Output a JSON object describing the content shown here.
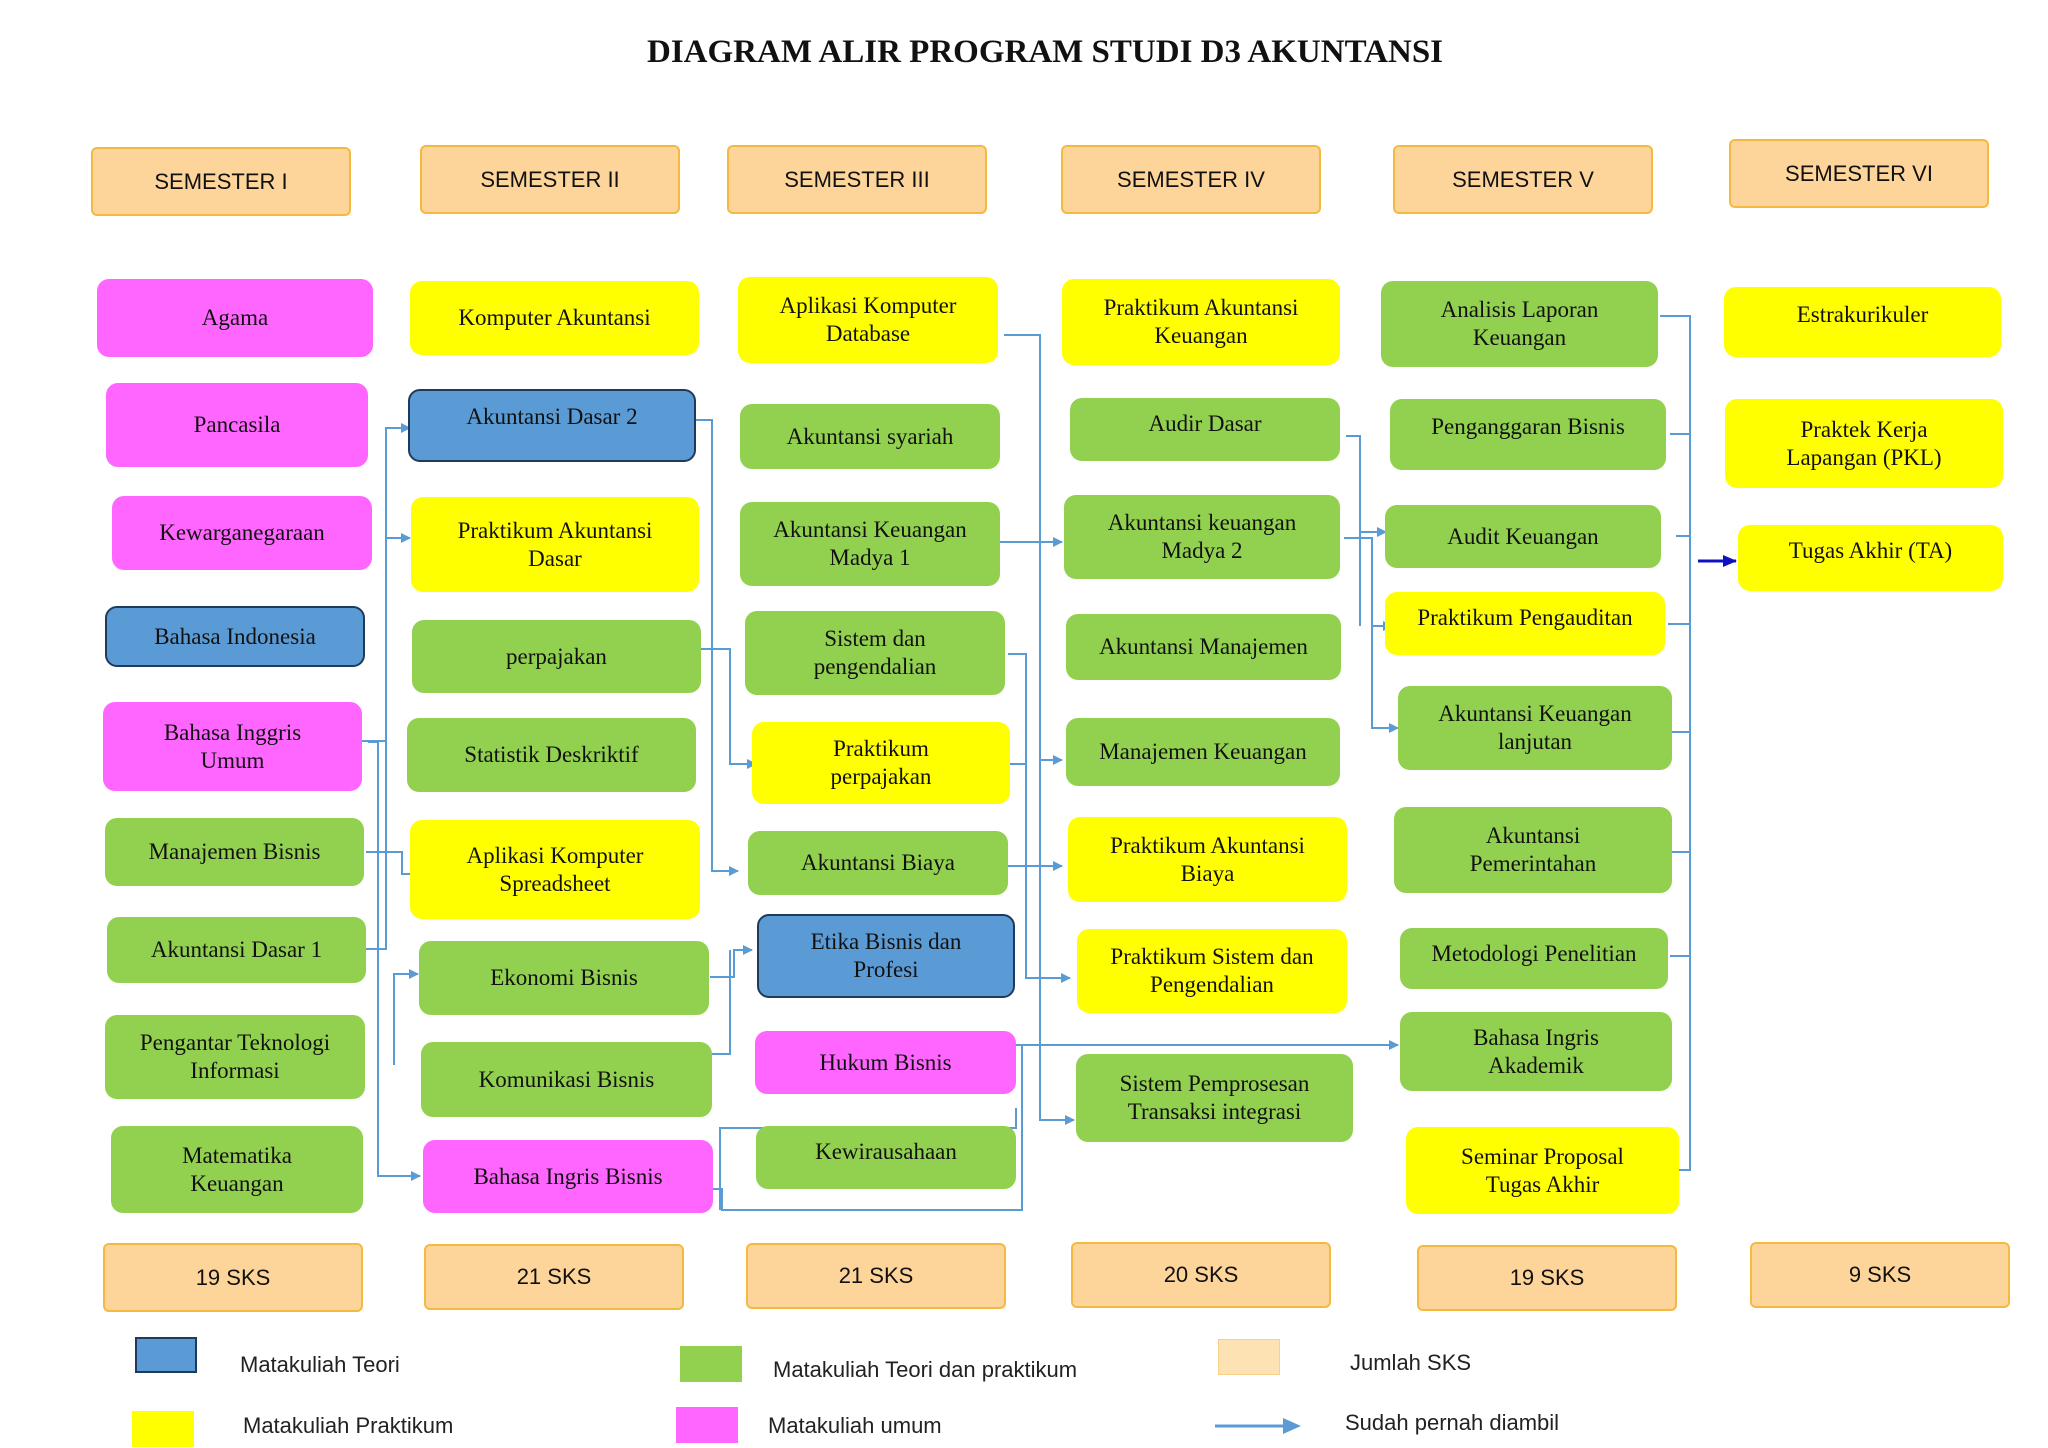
{
  "title": "DIAGRAM ALIR PROGRAM STUDI D3 AKUNTANSI",
  "colors": {
    "teori": "#5b9bd5",
    "teori_praktikum": "#92d050",
    "praktikum": "#ffff00",
    "umum": "#ff66ff",
    "sks": "#fdd59a",
    "arrow": "#5b9bd5"
  },
  "semesters": [
    {
      "label": "SEMESTER I",
      "sks": "19 SKS"
    },
    {
      "label": "SEMESTER II",
      "sks": "21 SKS"
    },
    {
      "label": "SEMESTER III",
      "sks": "21 SKS"
    },
    {
      "label": "SEMESTER IV",
      "sks": "20 SKS"
    },
    {
      "label": "SEMESTER V",
      "sks": "19 SKS"
    },
    {
      "label": "SEMESTER VI",
      "sks": "9 SKS"
    }
  ],
  "courses": {
    "s1": [
      {
        "label": "Agama",
        "type": "umum"
      },
      {
        "label": "Pancasila",
        "type": "umum"
      },
      {
        "label": "Kewarganegaraan",
        "type": "umum"
      },
      {
        "label": "Bahasa Indonesia",
        "type": "teori"
      },
      {
        "label": "Bahasa Inggris\nUmum",
        "type": "umum"
      },
      {
        "label": "Manajemen Bisnis",
        "type": "teori_praktikum"
      },
      {
        "label": "Akuntansi Dasar 1",
        "type": "teori_praktikum"
      },
      {
        "label": "Pengantar Teknologi\nInformasi",
        "type": "teori_praktikum"
      },
      {
        "label": "Matematika\nKeuangan",
        "type": "teori_praktikum"
      }
    ],
    "s2": [
      {
        "label": "Komputer Akuntansi",
        "type": "praktikum"
      },
      {
        "label": "Akuntansi Dasar 2",
        "type": "teori"
      },
      {
        "label": "Praktikum Akuntansi\nDasar",
        "type": "praktikum"
      },
      {
        "label": "perpajakan",
        "type": "teori_praktikum"
      },
      {
        "label": "Statistik Deskriktif",
        "type": "teori_praktikum"
      },
      {
        "label": "Aplikasi Komputer\nSpreadsheet",
        "type": "praktikum"
      },
      {
        "label": "Ekonomi Bisnis",
        "type": "teori_praktikum"
      },
      {
        "label": "Komunikasi Bisnis",
        "type": "teori_praktikum"
      },
      {
        "label": "Bahasa Ingris Bisnis",
        "type": "umum"
      }
    ],
    "s3": [
      {
        "label": "Aplikasi Komputer\nDatabase",
        "type": "praktikum"
      },
      {
        "label": "Akuntansi syariah",
        "type": "teori_praktikum"
      },
      {
        "label": "Akuntansi Keuangan\nMadya 1",
        "type": "teori_praktikum"
      },
      {
        "label": "Sistem dan\npengendalian",
        "type": "teori_praktikum"
      },
      {
        "label": "Praktikum\nperpajakan",
        "type": "praktikum"
      },
      {
        "label": "Akuntansi Biaya",
        "type": "teori_praktikum"
      },
      {
        "label": "Etika Bisnis dan\nProfesi",
        "type": "teori"
      },
      {
        "label": "Hukum Bisnis",
        "type": "umum"
      },
      {
        "label": "Kewirausahaan",
        "type": "teori_praktikum"
      }
    ],
    "s4": [
      {
        "label": "Praktikum Akuntansi\nKeuangan",
        "type": "praktikum"
      },
      {
        "label": "Audir Dasar",
        "type": "teori_praktikum"
      },
      {
        "label": "Akuntansi keuangan\nMadya 2",
        "type": "teori_praktikum"
      },
      {
        "label": "Akuntansi Manajemen",
        "type": "teori_praktikum"
      },
      {
        "label": "Manajemen Keuangan",
        "type": "teori_praktikum"
      },
      {
        "label": "Praktikum Akuntansi\nBiaya",
        "type": "praktikum"
      },
      {
        "label": "Praktikum Sistem dan\nPengendalian",
        "type": "praktikum"
      },
      {
        "label": "Sistem Pemprosesan\nTransaksi integrasi",
        "type": "teori_praktikum"
      }
    ],
    "s5": [
      {
        "label": "Analisis Laporan\nKeuangan",
        "type": "teori_praktikum"
      },
      {
        "label": "Penganggaran Bisnis",
        "type": "teori_praktikum"
      },
      {
        "label": "Audit Keuangan",
        "type": "teori_praktikum"
      },
      {
        "label": "Praktikum Pengauditan",
        "type": "praktikum"
      },
      {
        "label": "Akuntansi Keuangan\nlanjutan",
        "type": "teori_praktikum"
      },
      {
        "label": "Akuntansi\nPemerintahan",
        "type": "teori_praktikum"
      },
      {
        "label": "Metodologi Penelitian",
        "type": "teori_praktikum"
      },
      {
        "label": "Bahasa Ingris\nAkademik",
        "type": "teori_praktikum"
      },
      {
        "label": "Seminar Proposal\nTugas Akhir",
        "type": "praktikum"
      }
    ],
    "s6": [
      {
        "label": "Estrakurikuler",
        "type": "praktikum"
      },
      {
        "label": "Praktek Kerja\nLapangan (PKL)",
        "type": "praktikum"
      },
      {
        "label": "Tugas Akhir (TA)",
        "type": "praktikum"
      }
    ]
  },
  "legend": {
    "teori": "Matakuliah Teori",
    "teori_praktikum": "Matakuliah Teori dan praktikum",
    "sks": "Jumlah SKS",
    "praktikum": "Matakuliah Praktikum",
    "umum": "Matakuliah umum",
    "arrow": "Sudah pernah diambil"
  }
}
